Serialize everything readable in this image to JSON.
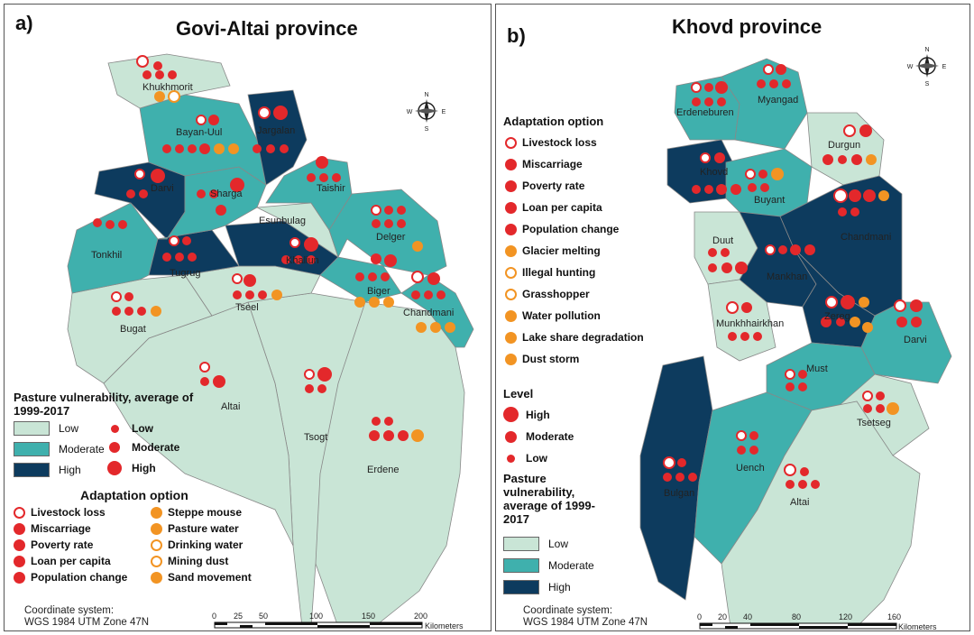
{
  "colors": {
    "low": "#c9e5d6",
    "moderate": "#3fb0ad",
    "high": "#0d3b5e",
    "red": "#e3282b",
    "orange": "#f29423"
  },
  "panel_a": {
    "letter": "a)",
    "title": "Govi-Altai province",
    "areas": [
      "Khukhmorit",
      "Bayan-Uul",
      "Jargalan",
      "Darvi",
      "Sharga",
      "Taishir",
      "Esunbulag",
      "Delger",
      "Tonkhil",
      "Tugrug",
      "Khaliun",
      "Biger",
      "Tseel",
      "Bugat",
      "Chandmani",
      "Altai",
      "Tsogt",
      "Erdene"
    ],
    "vuln_title": "Pasture vulnerability, average of 1999-2017",
    "vuln_levels": [
      "Low",
      "Moderate",
      "High"
    ],
    "size_levels": [
      "Low",
      "Moderate",
      "High"
    ],
    "adapt_title": "Adaptation option",
    "adapt_left": [
      "Livestock loss",
      "Miscarriage",
      "Poverty rate",
      "Loan per capita",
      "Population change"
    ],
    "adapt_right": [
      "Steppe mouse",
      "Pasture water",
      "Drinking water",
      "Mining dust",
      "Sand movement"
    ],
    "coord_line1": "Coordinate system:",
    "coord_line2": "WGS 1984 UTM Zone 47N",
    "scale_ticks": [
      "0",
      "25",
      "50",
      "100",
      "150",
      "200"
    ],
    "scale_unit": "Kilometers"
  },
  "panel_b": {
    "letter": "b)",
    "title": "Khovd province",
    "areas": [
      "Erdeneburen",
      "Myangad",
      "Durgun",
      "Khovd",
      "Buyant",
      "Chandmani",
      "Duut",
      "Mankhan",
      "Zereg",
      "Munkhhairkhan",
      "Darvi",
      "Must",
      "Tsetseg",
      "Bulgan",
      "Uench",
      "Altai"
    ],
    "adapt_title": "Adaptation option",
    "adapt": [
      "Livestock loss",
      "Miscarriage",
      "Poverty rate",
      "Loan per capita",
      "Population change",
      "Glacier melting",
      "Illegal hunting",
      "Grasshopper",
      "Water pollution",
      "Lake share degradation",
      "Dust storm"
    ],
    "level_title": "Level",
    "levels": [
      "High",
      "Moderate",
      "Low"
    ],
    "vuln_title_1": "Pasture",
    "vuln_title_2": "vulnerability,",
    "vuln_title_3": "average of 1999-",
    "vuln_title_4": "2017",
    "vuln_levels": [
      "Low",
      "Moderate",
      "High"
    ],
    "coord_line1": "Coordinate system:",
    "coord_line2": "WGS 1984 UTM Zone 47N",
    "scale_ticks": [
      "0",
      "20",
      "40",
      "80",
      "120",
      "160"
    ],
    "scale_unit": "Kilometers"
  }
}
